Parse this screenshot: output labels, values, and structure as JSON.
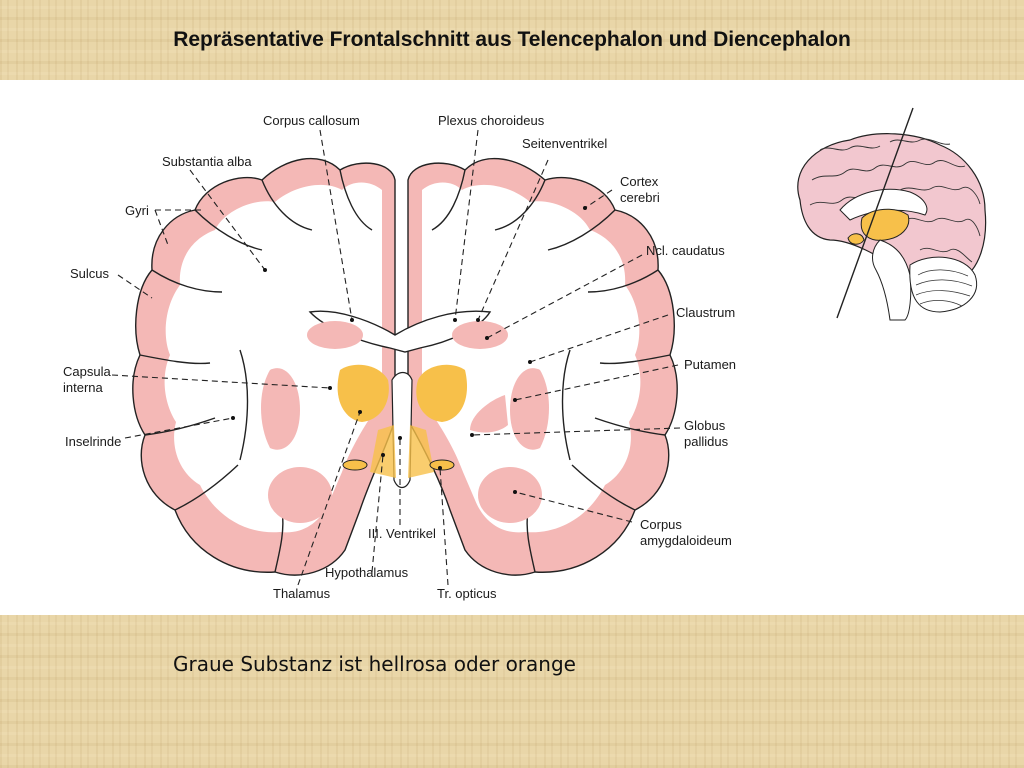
{
  "slide": {
    "title": "Repräsentative Frontalschnitt aus Telencephalon und Diencephalon",
    "caption": "Graue Substanz ist hellrosa oder orange"
  },
  "labels": {
    "corpus_callosum": "Corpus callosum",
    "plexus_choroideus": "Plexus choroideus",
    "seitenventrikel": "Seitenventrikel",
    "substantia_alba": "Substantia alba",
    "cortex_1": "Cortex",
    "cortex_2": "cerebri",
    "gyri": "Gyri",
    "ncl_caudatus": "Ncl. caudatus",
    "sulcus": "Sulcus",
    "claustrum": "Claustrum",
    "capsula_1": "Capsula",
    "capsula_2": "interna",
    "putamen": "Putamen",
    "inselrinde": "Inselrinde",
    "globus_1": "Globus",
    "globus_2": "pallidus",
    "corpus_amyg_1": "Corpus",
    "corpus_amyg_2": "amygdaloideum",
    "iii_ventrikel": "III. Ventrikel",
    "hypothalamus": "Hypothalamus",
    "thalamus": "Thalamus",
    "tr_opticus": "Tr. opticus"
  },
  "colors": {
    "grey_matter_pink": "#f4b8b6",
    "deep_nuclei_orange": "#f7c04a",
    "white_matter": "#ffffff",
    "brain_pink": "#f2c7cf"
  }
}
